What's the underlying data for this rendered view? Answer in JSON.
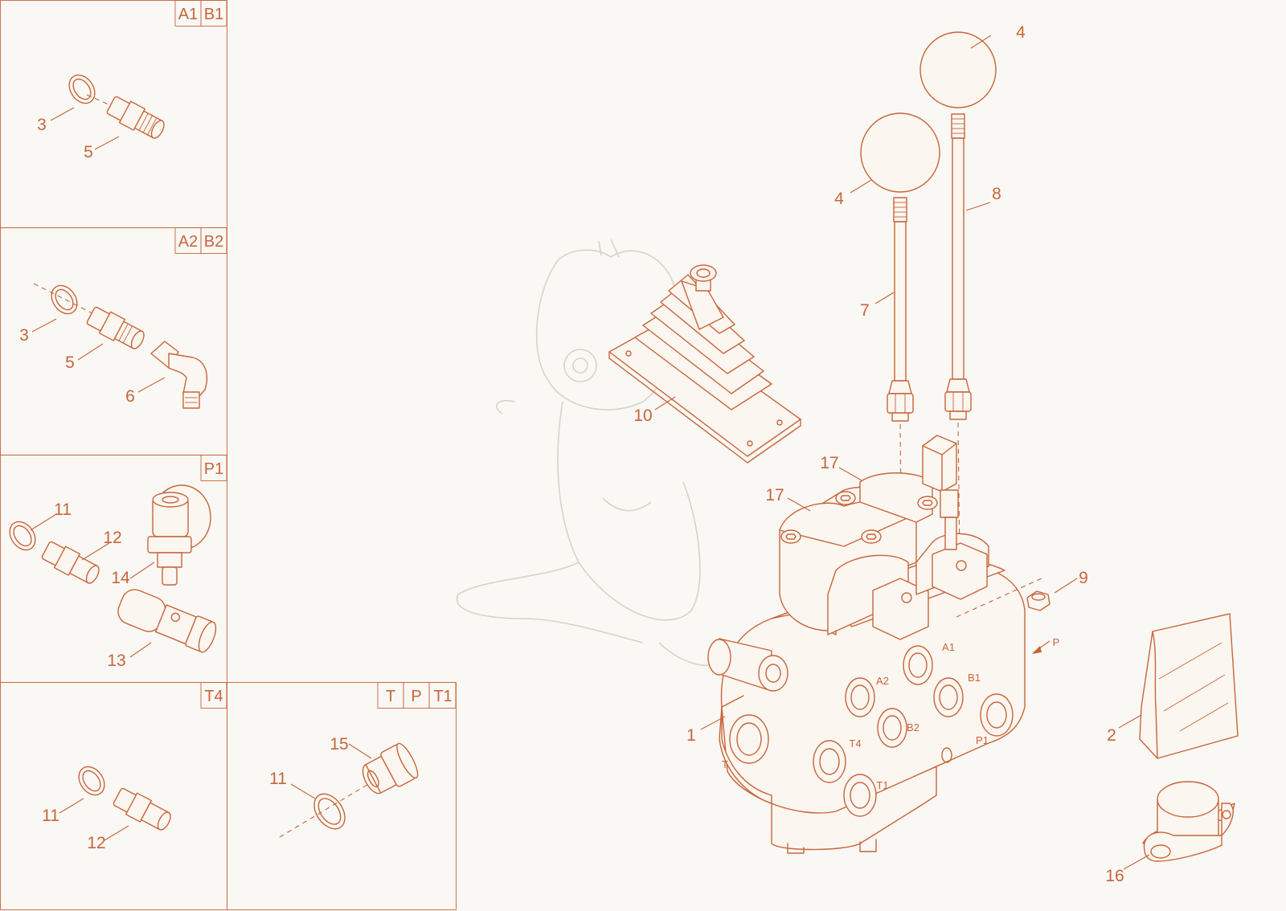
{
  "palette": {
    "ink": "#c8653a",
    "paper": "#f9f8f4",
    "watermark": "#d8d3c9"
  },
  "insets": [
    {
      "id": "a1b1",
      "tags": [
        "A1",
        "B1"
      ],
      "callouts": [
        "3",
        "5"
      ]
    },
    {
      "id": "a2b2",
      "tags": [
        "A2",
        "B2"
      ],
      "callouts": [
        "3",
        "5",
        "6"
      ]
    },
    {
      "id": "p1",
      "tags": [
        "P1"
      ],
      "callouts": [
        "11",
        "12",
        "14",
        "13"
      ]
    },
    {
      "id": "t4",
      "tags": [
        "T4"
      ],
      "callouts": [
        "11",
        "12"
      ]
    },
    {
      "id": "tpt1",
      "tags": [
        "T",
        "P",
        "T1"
      ],
      "callouts": [
        "15",
        "11"
      ]
    }
  ],
  "main": {
    "callouts": {
      "knob_right": "4",
      "knob_left": "4",
      "lever_right": "8",
      "lever_left": "7",
      "boot": "10",
      "cap_rear": "17",
      "cap_front": "17",
      "nut": "9",
      "body": "1",
      "kit": "2",
      "cover": "16"
    },
    "ports": {
      "a1": "A1",
      "b1": "B1",
      "a2": "A2",
      "b2": "B2",
      "t4": "T4",
      "p1": "P1",
      "t1": "T1",
      "t": "T",
      "p": "P"
    }
  }
}
